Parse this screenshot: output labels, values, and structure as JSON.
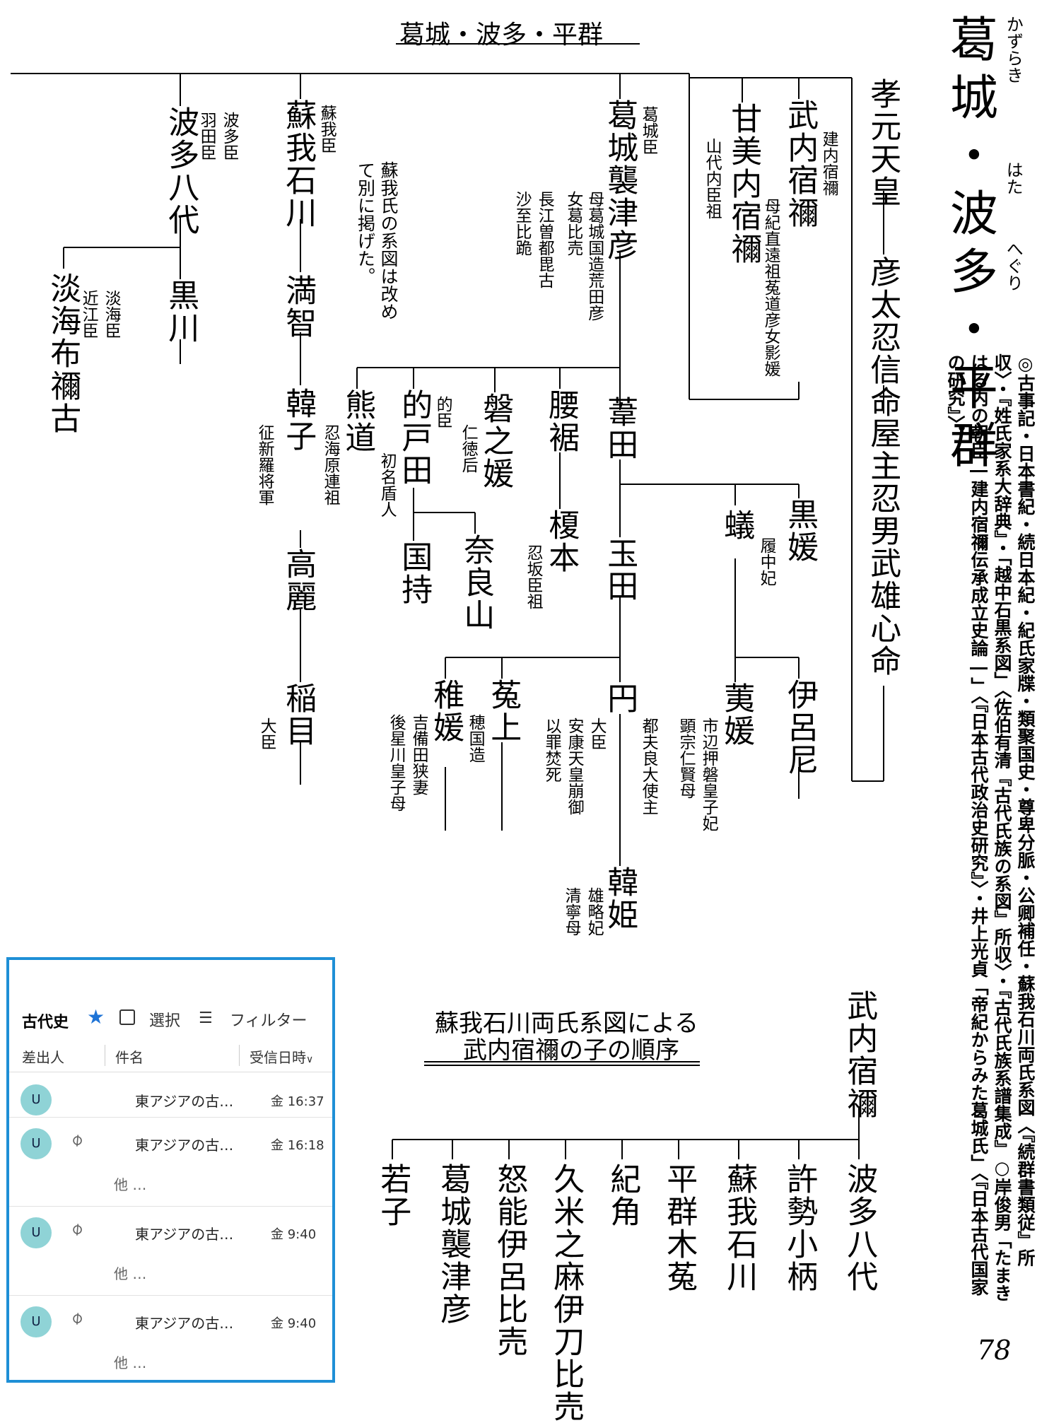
{
  "title": "葛城・波多・平群",
  "side_title": "葛城・波多・平群",
  "side_ruby": {
    "kazuraki": "かずらき",
    "hata": "はた",
    "heguri": "へぐり"
  },
  "sources": "◎古事記・日本書紀・続日本紀・紀氏家牒・類聚国史・尊卑分脈・公卿補任・蘇我石川両氏系図〈『続群書類従』所収〉・『姓氏家系大辞典』・「越中石黒系図」〈佐伯有清『古代氏族の系図』所収〉・『古代氏族系譜集成』○岸俊男「たまきはる内の朝臣―建内宿禰伝承成立史論―」〈『日本古代政治史研究』〉・井上光貞「帝紀からみた葛城氏」〈『日本古代国家の研究』〉。",
  "people": {
    "kogen": "孝元天皇",
    "hikofutsu": "彦太忍信命",
    "yanushi": "屋主忍男武雄心命",
    "takeuchi": "武内宿禰",
    "takeuchi_note": "建内宿禰",
    "takeuchi_mother": "母紀直遠祖菟道彦女影媛",
    "umashi": "甘美内宿禰",
    "umashi_note": "山代内臣祖",
    "hata": "波多八代",
    "hata_note1": "波多臣",
    "hata_note2": "羽田臣",
    "soga": "蘇我石川",
    "soga_note": "蘇我臣",
    "soga_remark": "蘇我氏の系図は改めて別に掲げた。",
    "katsuraki": "葛城襲津彦",
    "katsuraki_note": "葛城臣",
    "katsuraki_mother": "母葛城国造荒田彦女葛比売",
    "katsuraki_note2": "長江曽都毘古",
    "katsuraki_note3": "沙至比跪",
    "kurokawa": "黒川",
    "awaumi": "淡海布禰古",
    "awaumi_note1": "淡海臣",
    "awaumi_note2": "近江臣",
    "machi": "満智",
    "karako": "韓子",
    "karako_note": "征新羅将軍",
    "koma": "高麗",
    "iname": "稲目",
    "iname_note": "大臣",
    "kumamichi": "熊道",
    "kumamichi_note": "忍海原連祖",
    "itonohata": "的戸田",
    "ito_note": "的臣",
    "ito_note2": "初名盾人",
    "kunimochi": "国持",
    "narayama": "奈良山",
    "iwanohime": "磐之媛",
    "iwano_note": "仁徳后",
    "koshitsubo": "腰裾",
    "enoki": "榎本",
    "enoki_note": "忍坂臣祖",
    "ashita": "葦田",
    "tamada": "玉田",
    "kurohime": "黒媛",
    "kurohime_note": "履中妃",
    "ari": "蟻",
    "wakahime": "稚媛",
    "wakahime_note1": "吉備田狭妻",
    "wakahime_note2": "後星川皇子母",
    "uhe": "菟上",
    "uhe_note": "穂国造",
    "tsubura": "円",
    "tsubura_note1": "大臣",
    "tsubura_note2": "安康天皇崩御",
    "tsubura_note3": "以罪焚死",
    "tsubura_note4": "都夫良大使主",
    "karahime": "韓姫",
    "karahime_note1": "雄略妃",
    "karahime_note2": "清寧母",
    "haehime": "荑媛",
    "haehime_note1": "市辺押磐皇子妃",
    "haehime_note2": "顕宗仁賢母",
    "iroshi": "伊呂尼"
  },
  "bottom": {
    "heading1": "蘇我石川両氏系図による",
    "heading2": "武内宿禰の子の順序",
    "parent": "武内宿禰",
    "children": [
      "波多八代",
      "許勢小柄",
      "蘇我石川",
      "平群木菟",
      "紀角",
      "久米之麻伊刀比売",
      "怒能伊呂比売",
      "葛城襲津彦",
      "若子"
    ]
  },
  "page_number": "78",
  "mail": {
    "folder": "古代史",
    "select": "選択",
    "filter": "フィルター",
    "col_sender": "差出人",
    "col_subject": "件名",
    "col_received": "受信日時",
    "rows": [
      {
        "avatar": "U",
        "subject": "東アジアの古…",
        "time": "金 16:37",
        "more": ""
      },
      {
        "avatar": "U",
        "subject": "東アジアの古…",
        "time": "金 16:18",
        "more": "他 …"
      },
      {
        "avatar": "U",
        "subject": "東アジアの古…",
        "time": "金 9:40",
        "more": "他 …"
      },
      {
        "avatar": "U",
        "subject": "東アジアの古…",
        "time": "金 9:40",
        "more": "他 …"
      }
    ]
  }
}
